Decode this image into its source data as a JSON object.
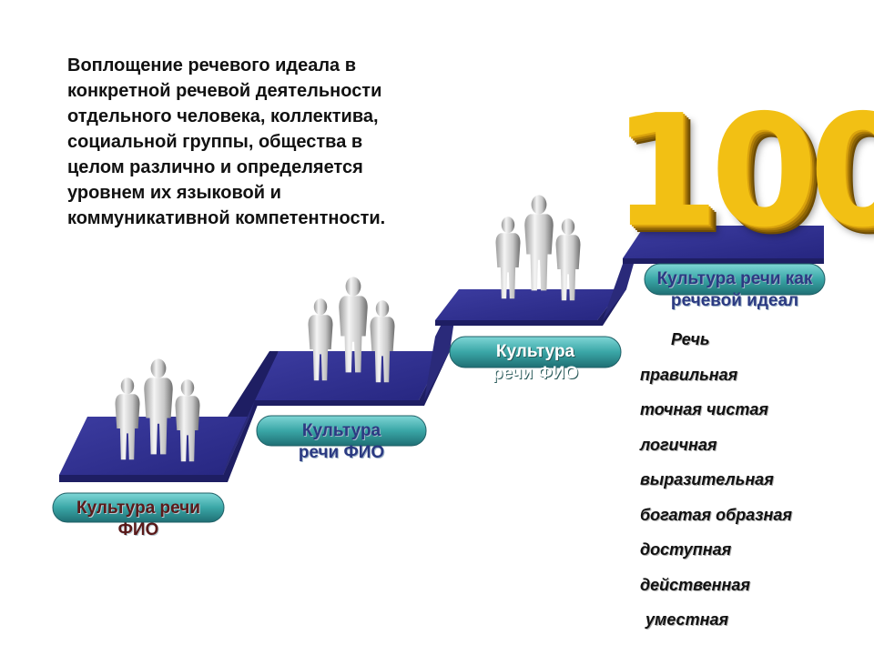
{
  "intro_lines": [
    "Воплощение речевого идеала в",
    "конкретной речевой деятельности",
    "отдельного человека, коллектива,",
    "социальной группы, общества в",
    "целом различно и определяется",
    "уровнем их языковой и",
    "коммуникативной компетентности."
  ],
  "big_number": "100",
  "steps": [
    {
      "line1": "Культура речи",
      "line2": "ФИО"
    },
    {
      "line1": "Культура",
      "line2": "речи ФИО"
    },
    {
      "line1": "Культура",
      "line2": "речи ФИО"
    },
    {
      "line1": "Культура речи как",
      "line2": "речевой идеал"
    }
  ],
  "qualities": [
    "Речь",
    "правильная",
    "точная чистая",
    "логичная",
    "выразительная",
    "богатая образная",
    "доступная",
    "действенная",
    "уместная"
  ],
  "colors": {
    "stair_top": "#33338f",
    "stair_side": "#1e1e63",
    "pill": "#3aa6a6",
    "gold": "#f2c014"
  }
}
